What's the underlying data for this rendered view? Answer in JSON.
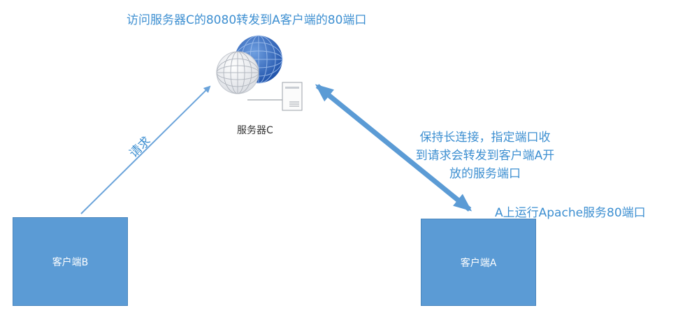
{
  "title_label": "访问服务器C的8080转发到A客户端的80端口",
  "server": {
    "caption": "服务器C",
    "globe_icon": "globe-icon",
    "server_icon": "server-tower-icon"
  },
  "request_label": "请求",
  "tunnel_note": {
    "lines": [
      "保持长连接，指定端口收",
      "到请求会转发到客户端A开",
      "放的服务端口"
    ]
  },
  "apache_label": "A上运行Apache服务80端口",
  "clients": {
    "b": {
      "label": "客户端B"
    },
    "a": {
      "label": "客户端A"
    }
  },
  "colors": {
    "accent_text": "#3d8fd1",
    "box_fill": "#5b9bd5",
    "arrow": "#5b9bd5",
    "caption_text": "#333333"
  }
}
